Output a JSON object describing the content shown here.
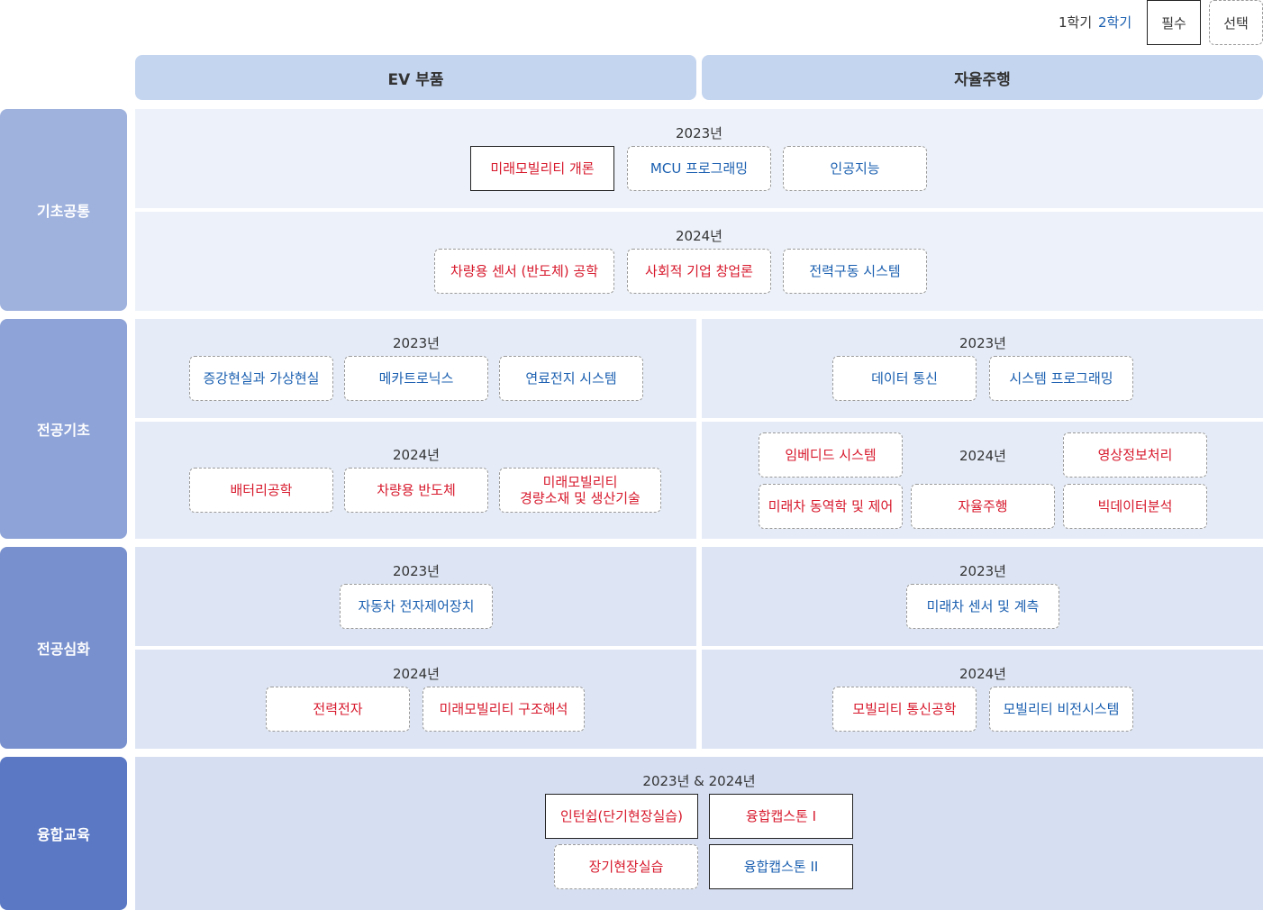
{
  "legend": {
    "sem1": "1학기",
    "sem2": "2학기",
    "required": "필수",
    "elective": "선택"
  },
  "colors": {
    "sem1": "#d7192c",
    "sem2": "#1a5fb0"
  },
  "columns": {
    "ev": "EV 부품",
    "auto": "자율주행"
  },
  "rows": {
    "basic": "기초공통",
    "major_basic": "전공기초",
    "major_adv": "전공심화",
    "convergence": "융합교육"
  },
  "basic": {
    "y2023": {
      "year": "2023년",
      "c1": "미래모빌리티 개론",
      "c2": "MCU 프로그래밍",
      "c3": "인공지능"
    },
    "y2024": {
      "year": "2024년",
      "c1": "차량용 센서 (반도체) 공학",
      "c2": "사회적 기업 창업론",
      "c3": "전력구동 시스템"
    }
  },
  "major_basic": {
    "ev2023": {
      "year": "2023년",
      "c1": "증강현실과 가상현실",
      "c2": "메카트로닉스",
      "c3": "연료전지 시스템"
    },
    "ev2024": {
      "year": "2024년",
      "c1": "배터리공학",
      "c2": "차량용 반도체",
      "c3_line1": "미래모빌리티",
      "c3_line2": "경량소재 및 생산기술"
    },
    "auto2023": {
      "year": "2023년",
      "c1": "데이터 통신",
      "c2": "시스템 프로그래밍"
    },
    "auto2024": {
      "year": "2024년",
      "c1": "임베디드 시스템",
      "c2": "영상정보처리",
      "c3": "미래차 동역학 및 제어",
      "c4": "자율주행",
      "c5": "빅데이터분석"
    }
  },
  "major_adv": {
    "ev2023": {
      "year": "2023년",
      "c1": "자동차 전자제어장치"
    },
    "ev2024": {
      "year": "2024년",
      "c1": "전력전자",
      "c2": "미래모빌리티 구조해석"
    },
    "auto2023": {
      "year": "2023년",
      "c1": "미래차 센서 및 계측"
    },
    "auto2024": {
      "year": "2024년",
      "c1": "모빌리티 통신공학",
      "c2": "모빌리티 비전시스템"
    }
  },
  "convergence": {
    "year": "2023년 & 2024년",
    "c1": "인턴쉽(단기현장실습)",
    "c2": "융합캡스톤 I",
    "c3": "장기현장실습",
    "c4": "융합캡스톤 II"
  }
}
